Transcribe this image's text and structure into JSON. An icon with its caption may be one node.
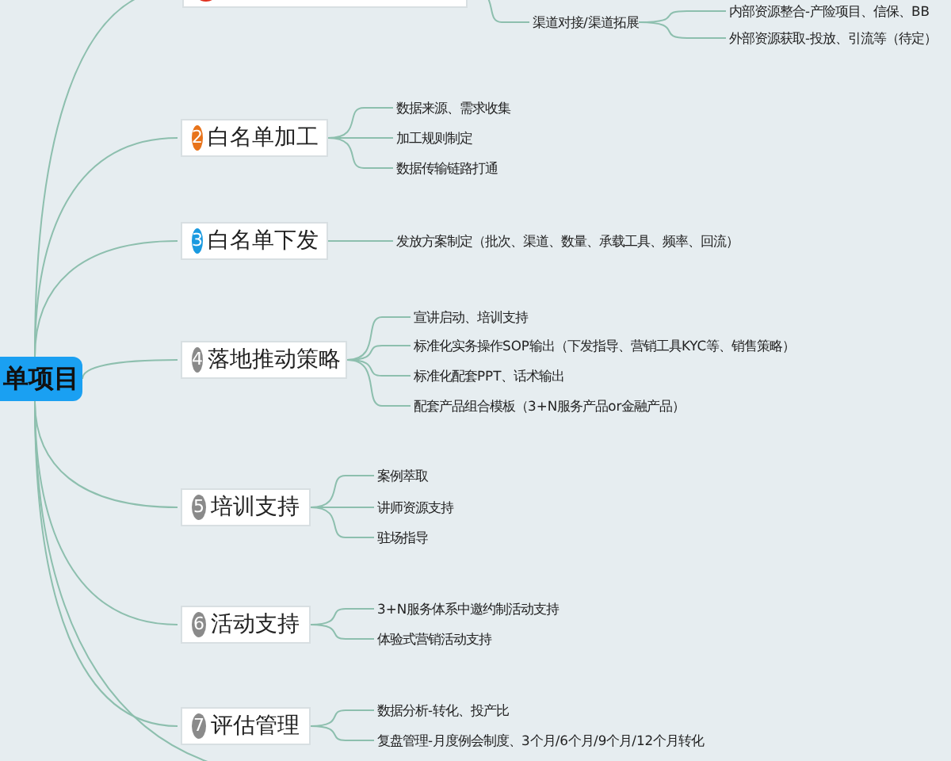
{
  "diagram": {
    "nodes": [
      {
        "text": [
          "单项目"
        ]
      },
      {
        "text": [],
        "shape": "box"
      },
      {
        "text": [
          "2",
          "白名单加工"
        ]
      },
      {
        "text": [
          "3",
          "白名单下发"
        ]
      },
      {
        "text": [
          "4",
          "落地推动策略"
        ]
      },
      {
        "text": [
          "5",
          "培训支持"
        ]
      },
      {
        "text": [
          "6",
          "活动支持"
        ]
      },
      {
        "text": [
          "7",
          "评估管理"
        ]
      },
      {
        "text": [
          "渠道对接/渠道拓展"
        ]
      },
      {
        "text": [
          "内部资源整合-产险项目、信保、BB"
        ]
      },
      {
        "text": [
          "外部资源获取-投放、引流等（待定）"
        ]
      },
      {
        "text": [
          "数据来源、需求收集"
        ]
      },
      {
        "text": [
          "加工规则制定"
        ]
      },
      {
        "text": [
          "数据传输链路打通"
        ]
      },
      {
        "text": [
          "发放方案制定（批次、渠道、数量、承载工具、频率、回流）"
        ]
      },
      {
        "text": [
          "宣讲启动、培训支持"
        ]
      },
      {
        "text": [
          "标准化实务操作SOP输出（下发指导、营销工具KYC等、销售策略）"
        ]
      },
      {
        "text": [
          "标准化配套PPT、话术输出"
        ]
      },
      {
        "text": [
          "配套产品组合模板（3+N服务产品or金融产品）"
        ]
      },
      {
        "text": [
          "案例萃取"
        ]
      },
      {
        "text": [
          "讲师资源支持"
        ]
      },
      {
        "text": [
          "驻场指导"
        ]
      },
      {
        "text": [
          "3+N服务体系中邀约制活动支持"
        ]
      },
      {
        "text": [
          "体验式营销活动支持"
        ]
      },
      {
        "text": [
          "数据分析-转化、投产比"
        ]
      },
      {
        "text": [
          "复盘管理-月度例会制度、3个月/6个月/9个月/12个月转化"
        ]
      }
    ],
    "edges": [
      {
        "from": 0,
        "to": 1,
        "arrow": "none"
      },
      {
        "from": 0,
        "to": 2,
        "arrow": "none"
      },
      {
        "from": 0,
        "to": 3,
        "arrow": "none"
      },
      {
        "from": 0,
        "to": 4,
        "arrow": "none"
      },
      {
        "from": 0,
        "to": 5,
        "arrow": "none"
      },
      {
        "from": 0,
        "to": 6,
        "arrow": "none"
      },
      {
        "from": 0,
        "to": 7,
        "arrow": "none"
      },
      {
        "from": 0,
        "to": null,
        "arrow": "none"
      },
      {
        "from": 1,
        "to": 8,
        "arrow": "none"
      },
      {
        "from": 8,
        "to": 9,
        "arrow": "none"
      },
      {
        "from": 8,
        "to": 10,
        "arrow": "none"
      },
      {
        "from": 2,
        "to": 11,
        "arrow": "none"
      },
      {
        "from": 2,
        "to": 12,
        "arrow": "none"
      },
      {
        "from": 2,
        "to": 13,
        "arrow": "none"
      },
      {
        "from": 3,
        "to": 14,
        "arrow": "none"
      },
      {
        "from": 4,
        "to": 15,
        "arrow": "none"
      },
      {
        "from": 4,
        "to": 16,
        "arrow": "none"
      },
      {
        "from": 4,
        "to": 17,
        "arrow": "none"
      },
      {
        "from": 4,
        "to": 18,
        "arrow": "none"
      },
      {
        "from": 5,
        "to": 19,
        "arrow": "none"
      },
      {
        "from": 5,
        "to": 20,
        "arrow": "none"
      },
      {
        "from": 5,
        "to": 21,
        "arrow": "none"
      },
      {
        "from": 6,
        "to": 22,
        "arrow": "none"
      },
      {
        "from": 6,
        "to": 23,
        "arrow": "none"
      },
      {
        "from": 7,
        "to": 24,
        "arrow": "none"
      },
      {
        "from": 7,
        "to": 25,
        "arrow": "none"
      }
    ]
  }
}
